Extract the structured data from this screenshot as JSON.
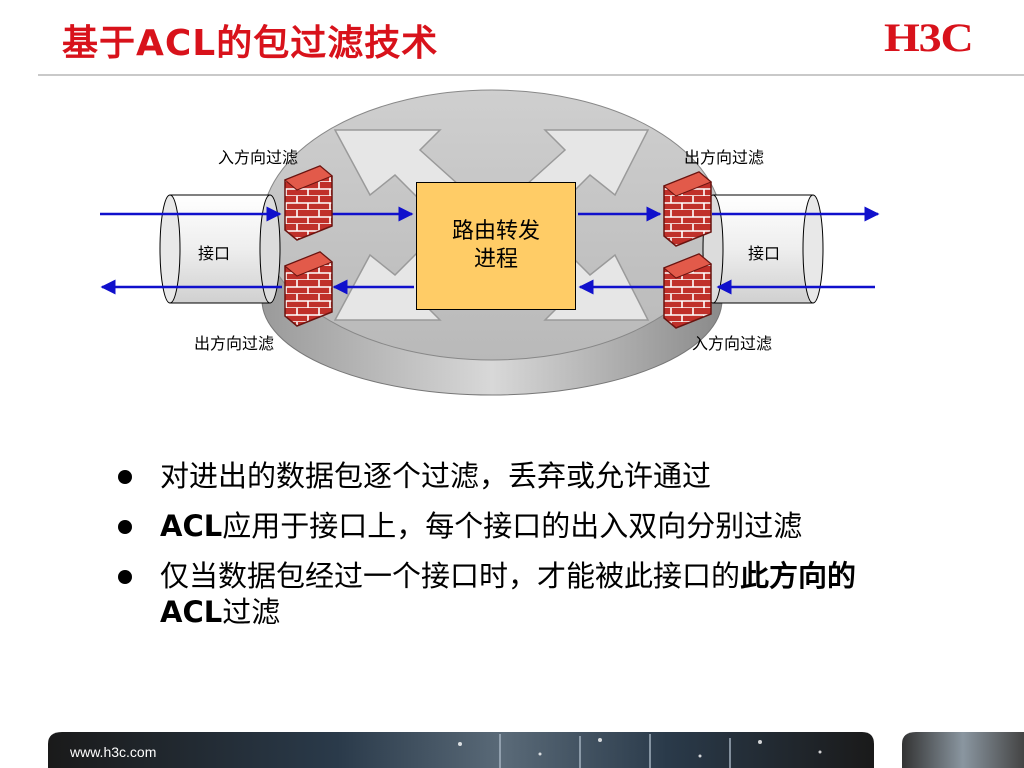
{
  "header": {
    "title": "基于ACL的包过滤技术",
    "logo": "H3C"
  },
  "diagram": {
    "engine_label_line1": "路由转发",
    "engine_label_line2": "进程",
    "left_interface": "接口",
    "right_interface": "接口",
    "top_left_filter": "入方向过滤",
    "top_right_filter": "出方向过滤",
    "bottom_left_filter": "出方向过滤",
    "bottom_right_filter": "入方向过滤"
  },
  "bullets": [
    {
      "text": "对进出的数据包逐个过滤，丢弃或允许通过"
    },
    {
      "bold": "ACL",
      "text": "应用于接口上，每个接口的出入双向分别过滤"
    },
    {
      "text": "仅当数据包经过一个接口时，才能被此接口的",
      "bold_tail": "此方向的ACL",
      "text_tail": "过滤"
    }
  ],
  "footer": {
    "url": "www.h3c.com"
  },
  "colors": {
    "title": "#d8121b",
    "arrow": "#1010cc",
    "engine": "#ffcc66",
    "firewall": "#c0302a"
  }
}
